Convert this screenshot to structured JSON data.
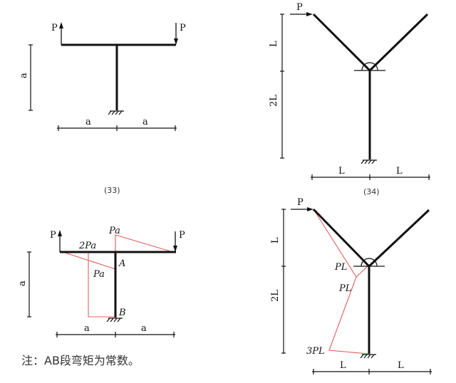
{
  "figure33": {
    "caption": "(33)",
    "load_label_left": "P",
    "load_label_right": "P",
    "dim_vertical": "a",
    "dim_left": "a",
    "dim_right": "a"
  },
  "figure34": {
    "caption": "(34)",
    "load_label": "P",
    "dim_top": "L",
    "dim_bottom": "2L",
    "dim_left": "L",
    "dim_right": "L"
  },
  "moment33": {
    "load_label_left": "P",
    "load_label_right": "P",
    "m_2pa": "2Pa",
    "m_pa_top": "Pa",
    "m_pa_mid": "Pa",
    "point_a": "A",
    "point_b": "B",
    "dim_vertical": "a",
    "dim_left": "a",
    "dim_right": "a",
    "note": "注：AB段弯矩为常数。"
  },
  "moment34": {
    "load_label": "P",
    "m_pl_1": "PL",
    "m_pl_2": "PL",
    "m_3pl": "3PL",
    "dim_top": "L",
    "dim_bottom": "2L",
    "dim_left": "L",
    "dim_right": "L"
  },
  "colors": {
    "structure": "#111111",
    "moment_diagram": "#e06060"
  }
}
